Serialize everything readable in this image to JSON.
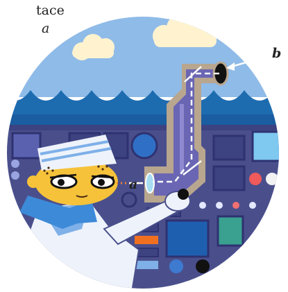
{
  "caption": {
    "line1": "tace",
    "line2": "a"
  },
  "labels": {
    "a": "a",
    "b": "b"
  },
  "colors": {
    "sky": "#8fbbe8",
    "sea": "#1e6cb0",
    "panel": "#4a4f8c",
    "periscope_frame": "#b8a68f",
    "periscope_tube": "#6a66b4",
    "arrow": "#ffffff",
    "dots": "#f08030",
    "sailor_skin": "#f5c23a",
    "sailor_shirt": "#eef3fb",
    "scarf": "#3d8ad8",
    "orange_button": "#f07020",
    "teal_screen": "#3aa090",
    "light_blue_screen": "#7fc8f0"
  }
}
